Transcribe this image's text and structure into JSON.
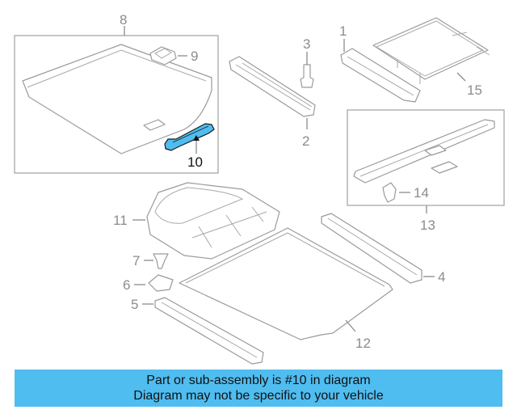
{
  "diagram": {
    "callouts": {
      "c1": "1",
      "c2": "2",
      "c3": "3",
      "c4": "4",
      "c5": "5",
      "c6": "6",
      "c7": "7",
      "c8": "8",
      "c9": "9",
      "c10": "10",
      "c11": "11",
      "c12": "12",
      "c13": "13",
      "c14": "14",
      "c15": "15"
    },
    "highlighted_part": "10",
    "highlight_color": "#4fbdf0"
  },
  "banner": {
    "line1": "Part or sub-assembly is #10 in diagram",
    "line2": "Diagram may not be specific to your vehicle",
    "background": "#4fbdf0"
  }
}
